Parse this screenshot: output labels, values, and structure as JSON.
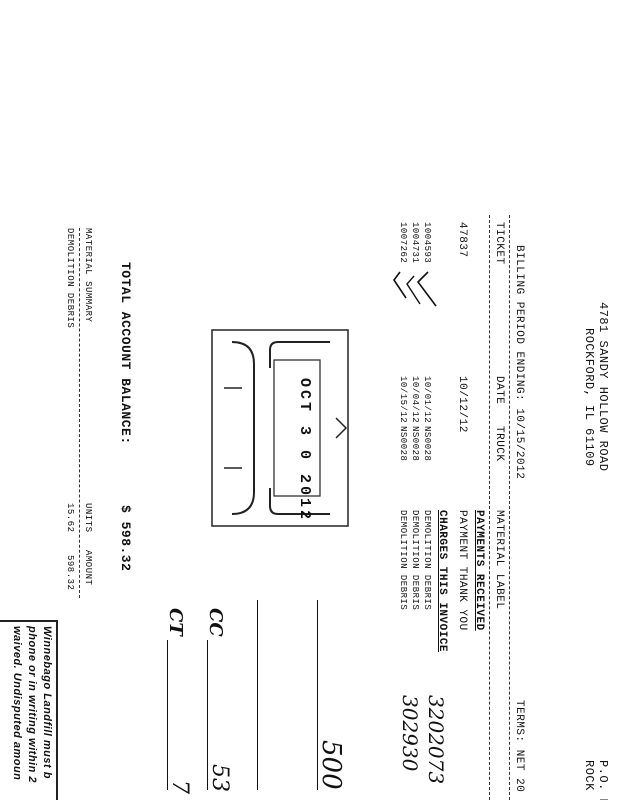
{
  "header": {
    "address_line1": "4781 SANDY HOLLOW ROAD",
    "address_line2": "ROCKFORD, IL 61109",
    "po_line1": "P.O. B",
    "po_line2": "ROCK"
  },
  "billing": {
    "period": "BILLING PERIOD ENDING: 10/15/2012",
    "terms": "TERMS: NET 20"
  },
  "columns": {
    "ticket": "TICKET",
    "date": "DATE",
    "truck": "TRUCK",
    "material": "MATERIAL LABEL"
  },
  "payments": {
    "heading": "PAYMENTS RECEIVED",
    "ticket": "47837",
    "date": "10/12/12",
    "description": "PAYMENT THANK YOU"
  },
  "charges": {
    "heading": "CHARGES THIS INVOICE",
    "rows": [
      {
        "ticket": "1004593",
        "date": "10/01/12",
        "truck": "NS0028",
        "material": "DEMOLITION DEBRIS"
      },
      {
        "ticket": "1004731",
        "date": "10/04/12",
        "truck": "NS0028",
        "material": "DEMOLITION DEBRIS"
      },
      {
        "ticket": "1007262",
        "date": "10/15/12",
        "truck": "NS0028",
        "material": "DEMOLITION DEBRIS"
      }
    ]
  },
  "total": {
    "label": "TOTAL ACCOUNT BALANCE:",
    "value": "$ 598.32"
  },
  "summary": {
    "heading": "MATERIAL SUMMARY",
    "units_header": "UNITS",
    "amount_header": "AMOUNT",
    "item": "DEMOLITION DEBRIS",
    "units": "15.62",
    "amount": "598.32"
  },
  "stamp": {
    "date": "OCT 3 0 2012"
  },
  "notice": {
    "line1": "Winnebago Landfill must b",
    "line2": "phone or in writing within 2",
    "line3": "waived. Undisputed amoun"
  },
  "handwriting": {
    "code1": "3202073",
    "code2": "302930",
    "amount_partial": "500",
    "cc_label": "CC",
    "ct_label": "CT",
    "cc_value": "53",
    "ct_value": "7"
  }
}
